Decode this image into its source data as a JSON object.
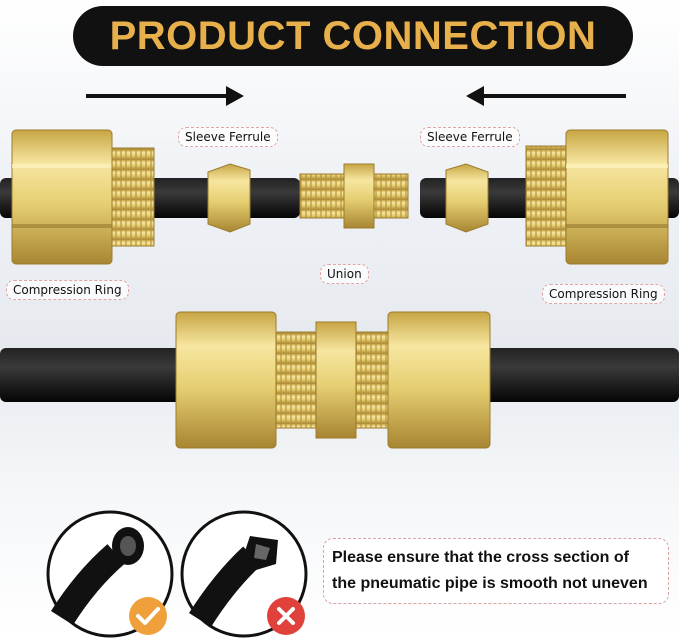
{
  "banner": {
    "title": "PRODUCT CONNECTION"
  },
  "labels": {
    "sleeve_ferrule_left": "Sleeve Ferrule",
    "sleeve_ferrule_right": "Sleeve Ferrule",
    "union": "Union",
    "compression_ring_left": "Compression Ring",
    "compression_ring_right": "Compression Ring"
  },
  "notice": {
    "line1": "Please ensure that the cross section of",
    "line2": "the pneumatic pipe is smooth not uneven"
  },
  "colors": {
    "banner_bg": "#111111",
    "banner_text": "#e8b04a",
    "brass": "#e6cf72",
    "tube": "#111111",
    "good_badge": "#f0a03a",
    "bad_badge": "#e0413b"
  },
  "icons": {
    "arrow_left_to_right": "arrow-right-icon",
    "arrow_right_to_left": "arrow-left-icon",
    "good_mark": "check-icon",
    "bad_mark": "cross-icon"
  }
}
